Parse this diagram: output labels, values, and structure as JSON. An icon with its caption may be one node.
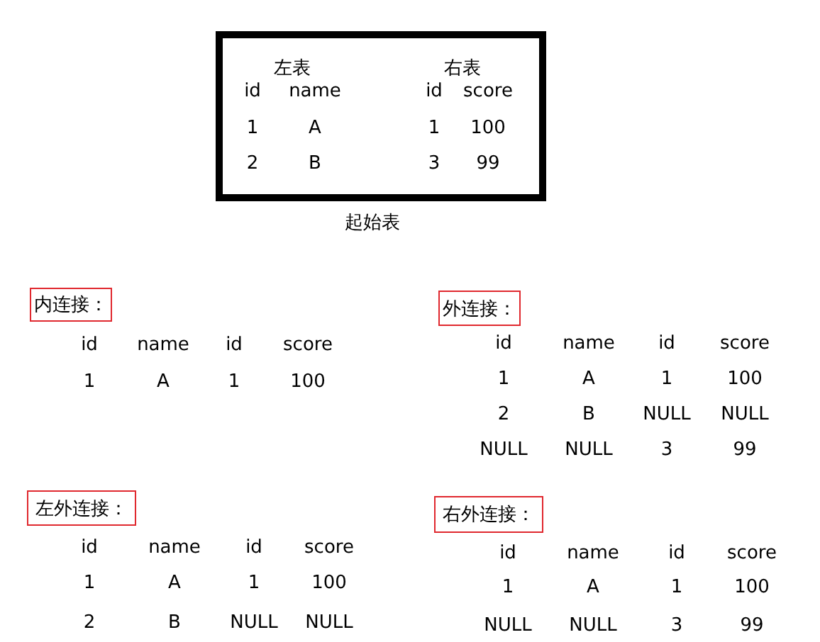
{
  "diagram": {
    "nodes": [
      {
        "text": [
          "左表",
          "右表"
        ],
        "beside": [
          "起始表"
        ]
      },
      {
        "text": [
          "内连接："
        ]
      },
      {
        "text": [
          "外连接："
        ]
      },
      {
        "text": [
          "左外连接："
        ]
      },
      {
        "text": [
          "右外连接："
        ]
      }
    ],
    "edges": [],
    "labels": [
      "id",
      "name",
      "id",
      "score",
      "1",
      "A",
      "1",
      "100",
      "2",
      "B",
      "3",
      "99",
      "id",
      "name",
      "id",
      "score",
      "1",
      "A",
      "1",
      "100",
      "id",
      "name",
      "id",
      "score",
      "1",
      "A",
      "1",
      "100",
      "2",
      "B",
      "NULL",
      "NULL",
      "NULL",
      "NULL",
      "3",
      "99",
      "id",
      "name",
      "id",
      "score",
      "1",
      "A",
      "1",
      "100",
      "2",
      "B",
      "NULL",
      "NULL",
      "id",
      "name",
      "id",
      "score",
      "1",
      "A",
      "1",
      "100",
      "NULL",
      "NULL",
      "3",
      "99"
    ]
  }
}
